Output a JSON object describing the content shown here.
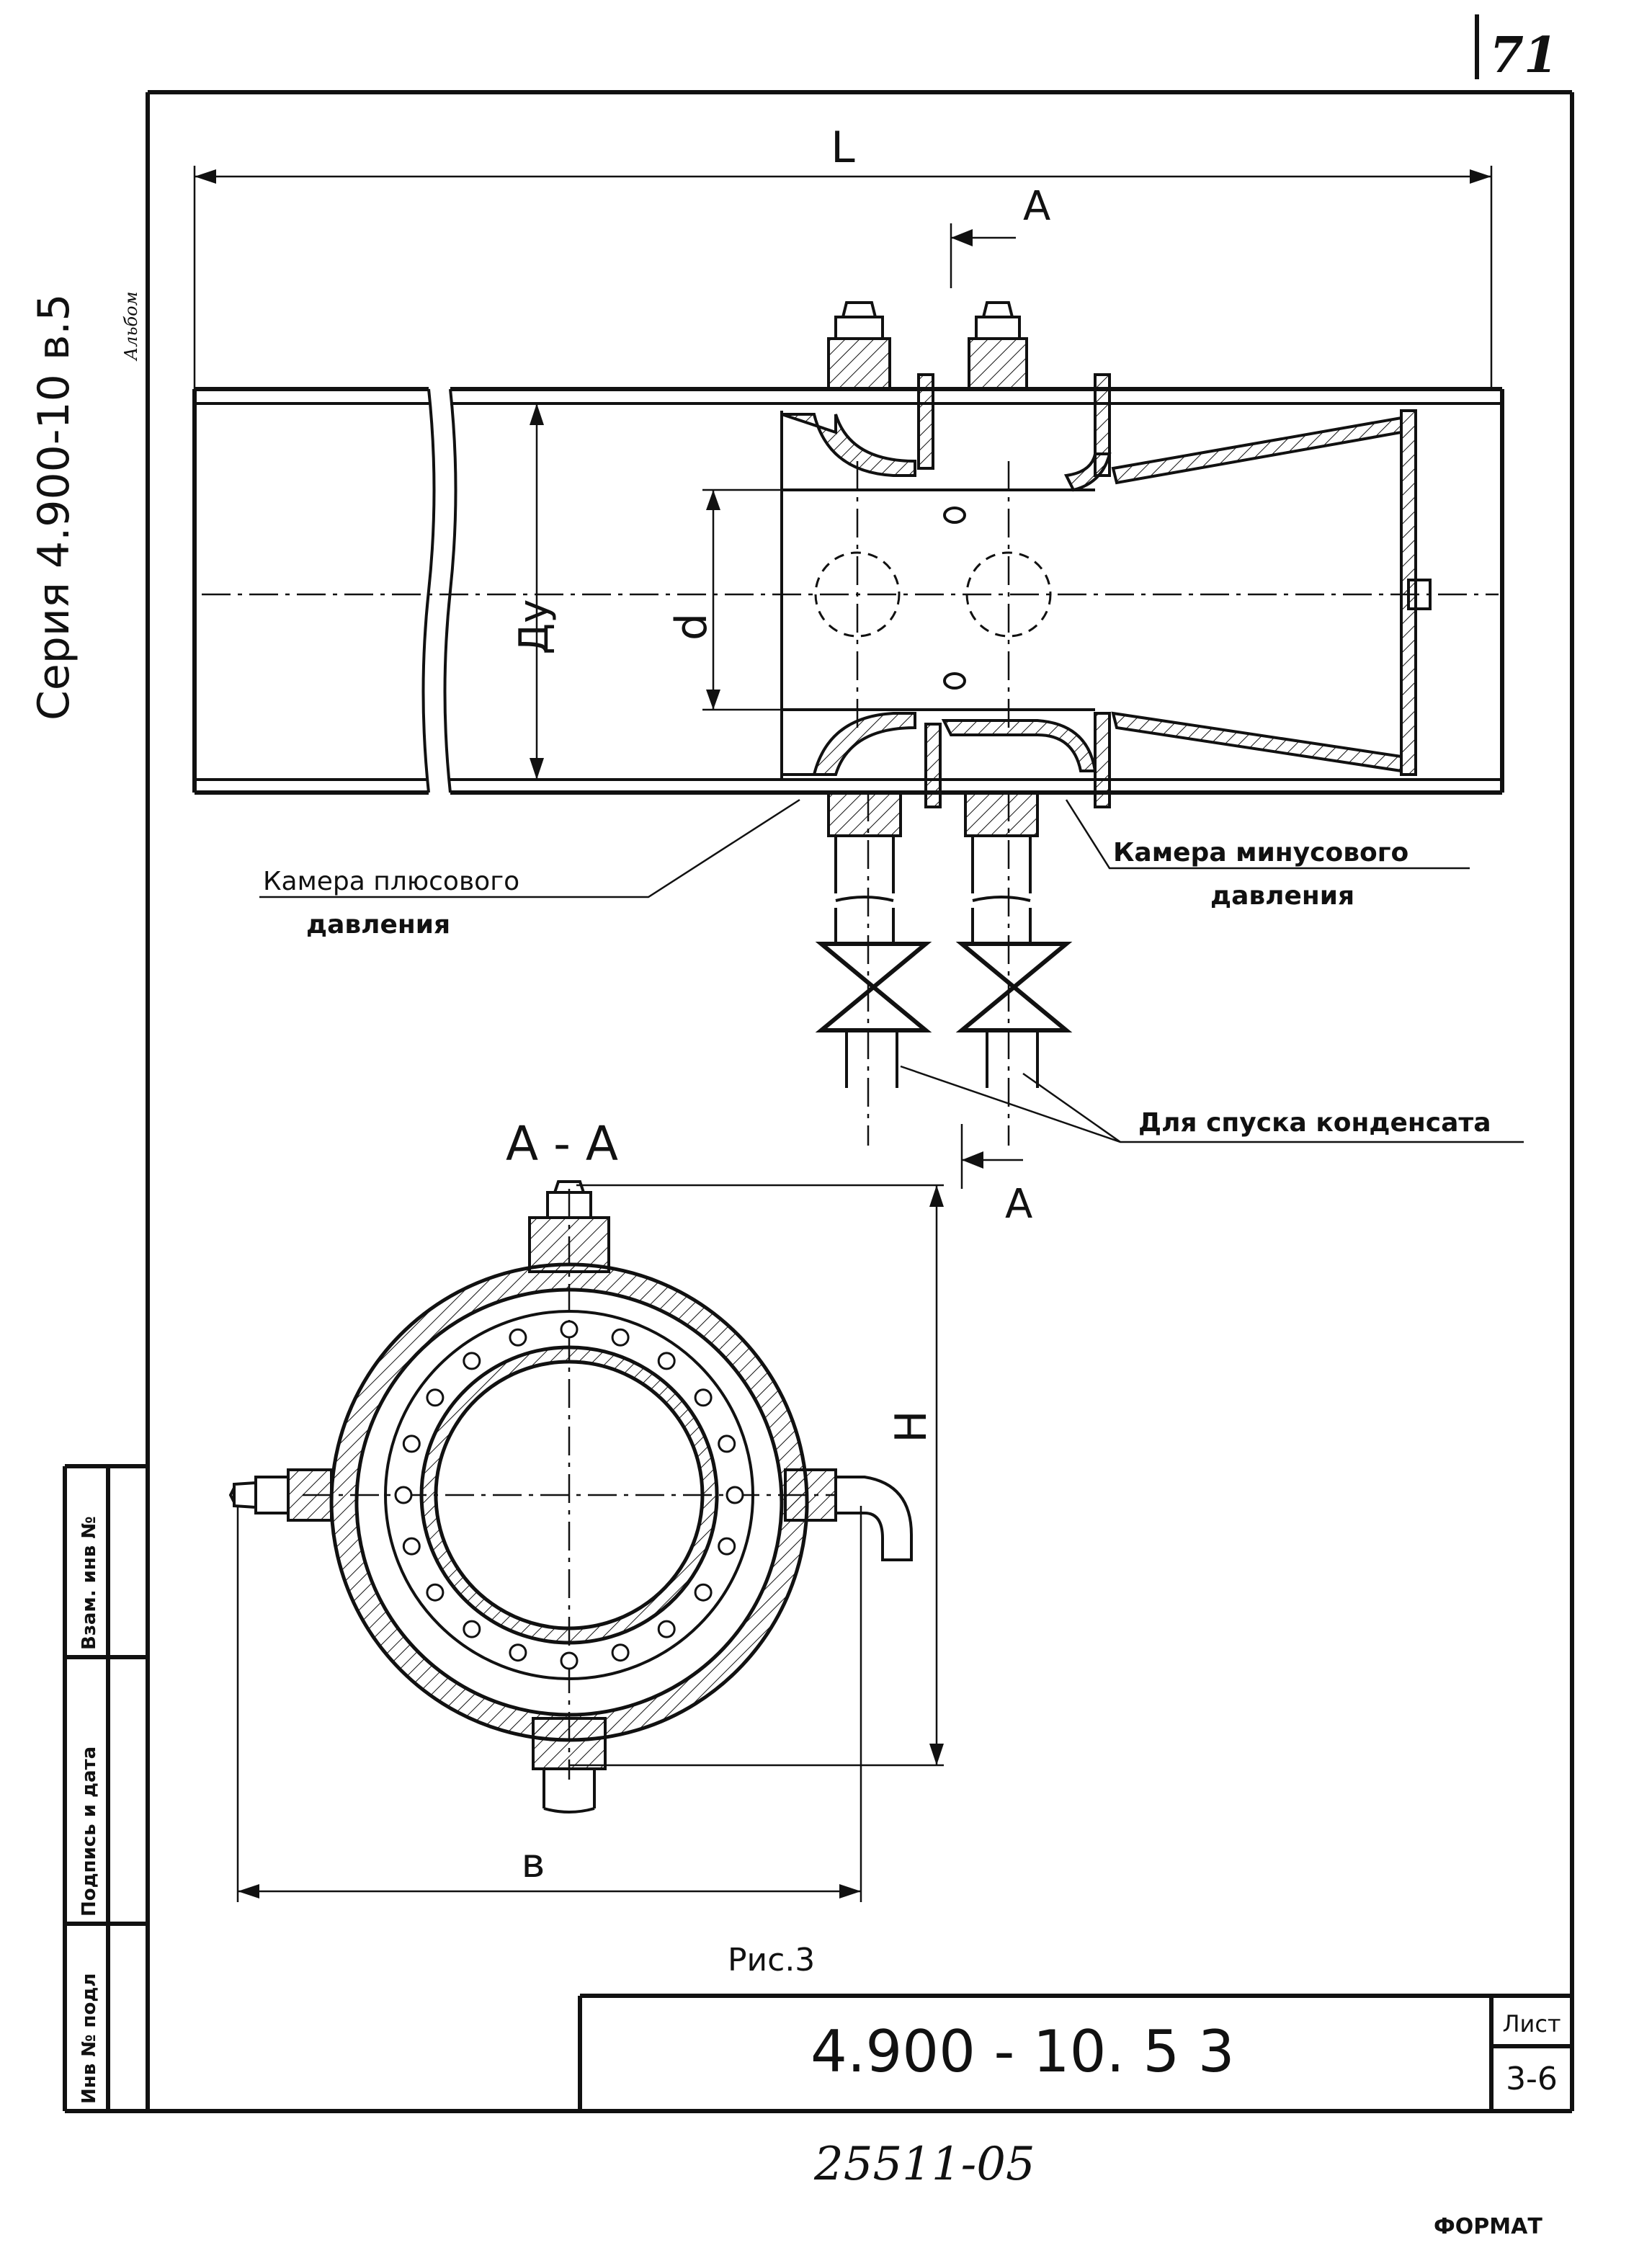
{
  "sheet": {
    "page_number": "71",
    "series_stamp": "Серия 4.900-10 в.5",
    "album_note": "Альбом",
    "figure_caption": "Рис.3",
    "designation": "4.900 - 10. 5 3",
    "sheet_label": "Лист",
    "sheet_number": "3-6",
    "inventory_number": "25511-05",
    "format_note": "ФОРМАТ",
    "side_stamp": [
      "Инв № подл",
      "Подпись и дата",
      "Взам. инв №"
    ]
  },
  "drawing": {
    "dim_length": "L",
    "dim_nominal": "Ду",
    "dim_inner": "d",
    "section_mark_top": "А",
    "section_mark_bottom": "А",
    "label_plus_chamber": [
      "Камера плюсового",
      "давления"
    ],
    "label_minus_chamber": [
      "Камера минусового",
      "давления"
    ],
    "label_drain": "Для спуска конденсата",
    "section_title": "А - А",
    "dim_height": "Н",
    "dim_width": "в"
  }
}
